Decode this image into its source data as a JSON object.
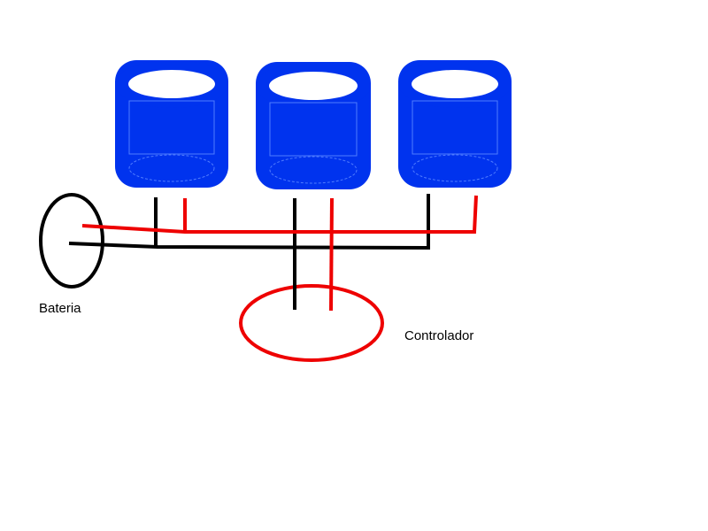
{
  "labels": {
    "battery": "Bateria",
    "controller": "Controlador"
  },
  "colors": {
    "cylinder": "#0033ee",
    "cylinder_highlight": "#4f7cff",
    "positive_wire": "#ee0000",
    "negative_wire": "#000000",
    "battery_outline": "#000000",
    "controller_outline": "#ee0000",
    "background": "#ffffff"
  },
  "components": {
    "cylinder_count": 3
  }
}
